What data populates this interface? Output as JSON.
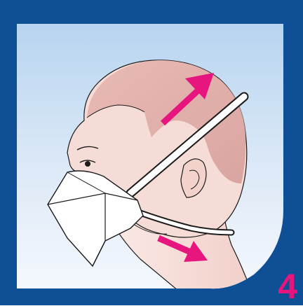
{
  "step": {
    "number": "4"
  },
  "colors": {
    "frame": "#0e4f96",
    "background_top": "#b7d4f0",
    "background_bottom": "#f2f7fd",
    "arrow": "#e6167e",
    "skin": "#f6dcd6",
    "hair": "#dea9a5",
    "mask": "#ffffff",
    "outline": "#1a1a1a"
  },
  "icons": [
    "head-illustration",
    "respirator-mask",
    "upper-strap",
    "lower-strap",
    "arrow-up-right-icon",
    "arrow-down-right-icon"
  ]
}
